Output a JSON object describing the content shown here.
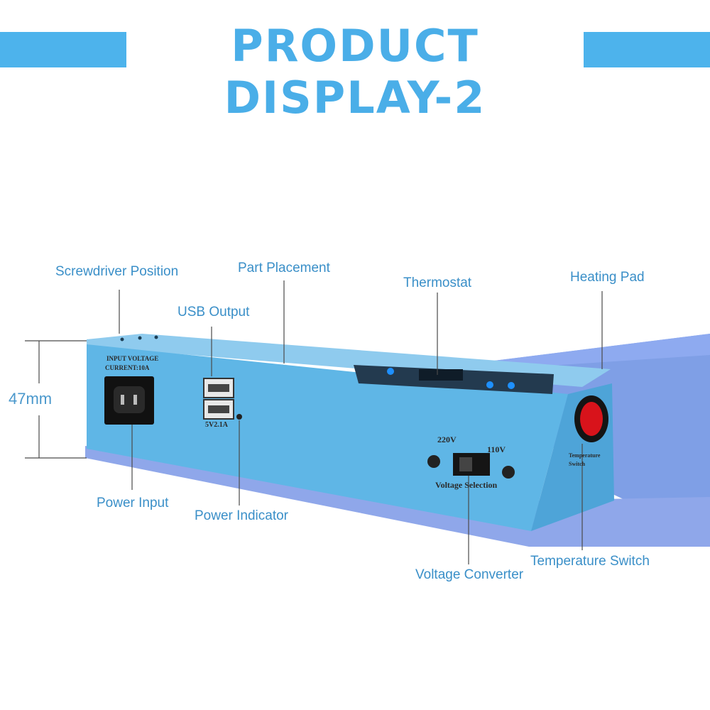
{
  "title": "PRODUCT DISPLAY-2",
  "dimension": "47mm",
  "callouts": {
    "screwdriver_position": "Screwdriver Position",
    "part_placement": "Part Placement",
    "usb_output": "USB Output",
    "thermostat": "Thermostat",
    "heating_pad": "Heating Pad",
    "power_input": "Power Input",
    "power_indicator": "Power Indicator",
    "voltage_converter": "Voltage Converter",
    "temperature_switch": "Temperature Switch"
  },
  "device_print": {
    "input_line1": "INPUT VOLTAGE",
    "input_line2": "CURRENT:10A",
    "usb_rating": "5V2.1A",
    "v220": "220V",
    "v110": "110V",
    "voltage_selection": "Voltage Selection",
    "switch_line1": "Temperature",
    "switch_line2": "Switch"
  },
  "colors": {
    "banner": "#4db3ec",
    "title": "#4aaee8",
    "label": "#3a8fc8",
    "device_body": "#5fb6e6",
    "heating_pad": "#7f9fe6"
  }
}
